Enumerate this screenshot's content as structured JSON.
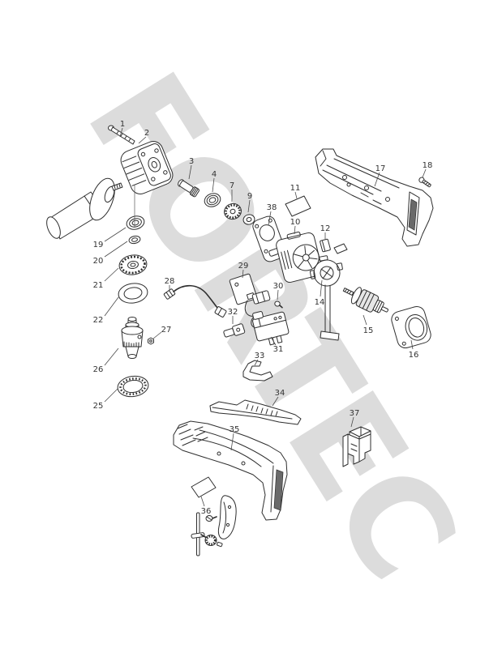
{
  "watermark": {
    "text": "FORTEC",
    "color": "#dcdcdc"
  },
  "diagram": {
    "type": "exploded-parts-diagram",
    "line_color": "#2e2e2e",
    "label_color": "#333333",
    "parts": [
      {
        "num": "1",
        "name": "pan-head-bolt",
        "label": [
          151,
          152
        ],
        "leader": [
          151,
          158,
          148,
          169
        ]
      },
      {
        "num": "2",
        "name": "gear-housing",
        "label": [
          181,
          163
        ],
        "leader": [
          180,
          169,
          171,
          177
        ]
      },
      {
        "num": "3",
        "name": "spindle-shaft",
        "label": [
          236,
          198
        ],
        "leader": [
          236,
          204,
          233,
          221
        ]
      },
      {
        "num": "4",
        "name": "ball-bearing",
        "label": [
          264,
          214
        ],
        "leader": [
          264,
          220,
          262,
          237
        ]
      },
      {
        "num": "7",
        "name": "pinion-gear",
        "label": [
          286,
          228
        ],
        "leader": [
          286,
          234,
          286,
          249
        ]
      },
      {
        "num": "9",
        "name": "ball-bearing-small",
        "label": [
          308,
          241
        ],
        "leader": [
          308,
          247,
          306,
          262
        ]
      },
      {
        "num": "10",
        "name": "motor-field",
        "label": [
          364,
          273
        ],
        "leader": [
          364,
          279,
          363,
          289
        ]
      },
      {
        "num": "11",
        "name": "name-plate-label",
        "label": [
          364,
          231
        ],
        "leader": [
          364,
          237,
          366,
          245
        ]
      },
      {
        "num": "12",
        "name": "brush-holder",
        "label": [
          401,
          281
        ],
        "leader": [
          401,
          287,
          401,
          295
        ]
      },
      {
        "num": "14",
        "name": "fan-baffle-with-lead",
        "label": [
          394,
          372
        ],
        "leader": [
          395,
          366,
          397,
          346
        ]
      },
      {
        "num": "15",
        "name": "armature",
        "label": [
          454,
          407
        ],
        "leader": [
          452,
          401,
          448,
          389
        ]
      },
      {
        "num": "16",
        "name": "motor-end-cover",
        "label": [
          510,
          437
        ],
        "leader": [
          509,
          431,
          507,
          420
        ]
      },
      {
        "num": "17",
        "name": "housing-half-right",
        "label": [
          469,
          207
        ],
        "leader": [
          468,
          213,
          462,
          230
        ]
      },
      {
        "num": "18",
        "name": "tapping-screw",
        "label": [
          527,
          203
        ],
        "leader": [
          525,
          209,
          521,
          219
        ]
      },
      {
        "num": "19",
        "name": "front-ball-bearing",
        "label": [
          121,
          301
        ],
        "leader": [
          129,
          298,
          155,
          281
        ]
      },
      {
        "num": "20",
        "name": "flat-washer",
        "label": [
          121,
          321
        ],
        "leader": [
          129,
          317,
          157,
          298
        ]
      },
      {
        "num": "21",
        "name": "bevel-gear",
        "label": [
          121,
          351
        ],
        "leader": [
          129,
          347,
          146,
          331
        ]
      },
      {
        "num": "22",
        "name": "rubber-ring",
        "label": [
          121,
          394
        ],
        "leader": [
          129,
          390,
          146,
          367
        ]
      },
      {
        "num": "25",
        "name": "chuck-boot-ring",
        "label": [
          121,
          500
        ],
        "leader": [
          129,
          496,
          145,
          480
        ]
      },
      {
        "num": "26",
        "name": "drill-chuck",
        "label": [
          121,
          455
        ],
        "leader": [
          129,
          451,
          146,
          430
        ]
      },
      {
        "num": "27",
        "name": "chuck-nut",
        "label": [
          205,
          406
        ],
        "leader": [
          199,
          410,
          189,
          418
        ]
      },
      {
        "num": "28",
        "name": "connector-lead-wire",
        "label": [
          209,
          346
        ],
        "leader": [
          209,
          352,
          209,
          359
        ]
      },
      {
        "num": "29",
        "name": "controller-board",
        "label": [
          300,
          327
        ],
        "leader": [
          300,
          333,
          299,
          343
        ]
      },
      {
        "num": "30",
        "name": "terminal-screw",
        "label": [
          343,
          352
        ],
        "leader": [
          343,
          358,
          342,
          370
        ]
      },
      {
        "num": "31",
        "name": "switch",
        "label": [
          343,
          430
        ],
        "leader": [
          340,
          426,
          334,
          416
        ]
      },
      {
        "num": "32",
        "name": "lock-button",
        "label": [
          287,
          384
        ],
        "leader": [
          287,
          390,
          287,
          400
        ]
      },
      {
        "num": "33",
        "name": "trigger-plate",
        "label": [
          320,
          438
        ],
        "leader": [
          318,
          444,
          314,
          451
        ]
      },
      {
        "num": "34",
        "name": "shift-lever",
        "label": [
          345,
          484
        ],
        "leader": [
          343,
          490,
          336,
          501
        ]
      },
      {
        "num": "35",
        "name": "housing-half-left",
        "label": [
          289,
          529
        ],
        "leader": [
          288,
          535,
          285,
          556
        ]
      },
      {
        "num": "36",
        "name": "caution-label",
        "label": [
          254,
          630
        ],
        "leader": [
          252,
          625,
          248,
          613
        ]
      },
      {
        "num": "37",
        "name": "terminal-block",
        "label": [
          437,
          509
        ],
        "leader": [
          436,
          515,
          433,
          527
        ]
      },
      {
        "num": "38",
        "name": "gasket-plate",
        "label": [
          335,
          255
        ],
        "leader": [
          334,
          261,
          331,
          278
        ]
      }
    ]
  }
}
